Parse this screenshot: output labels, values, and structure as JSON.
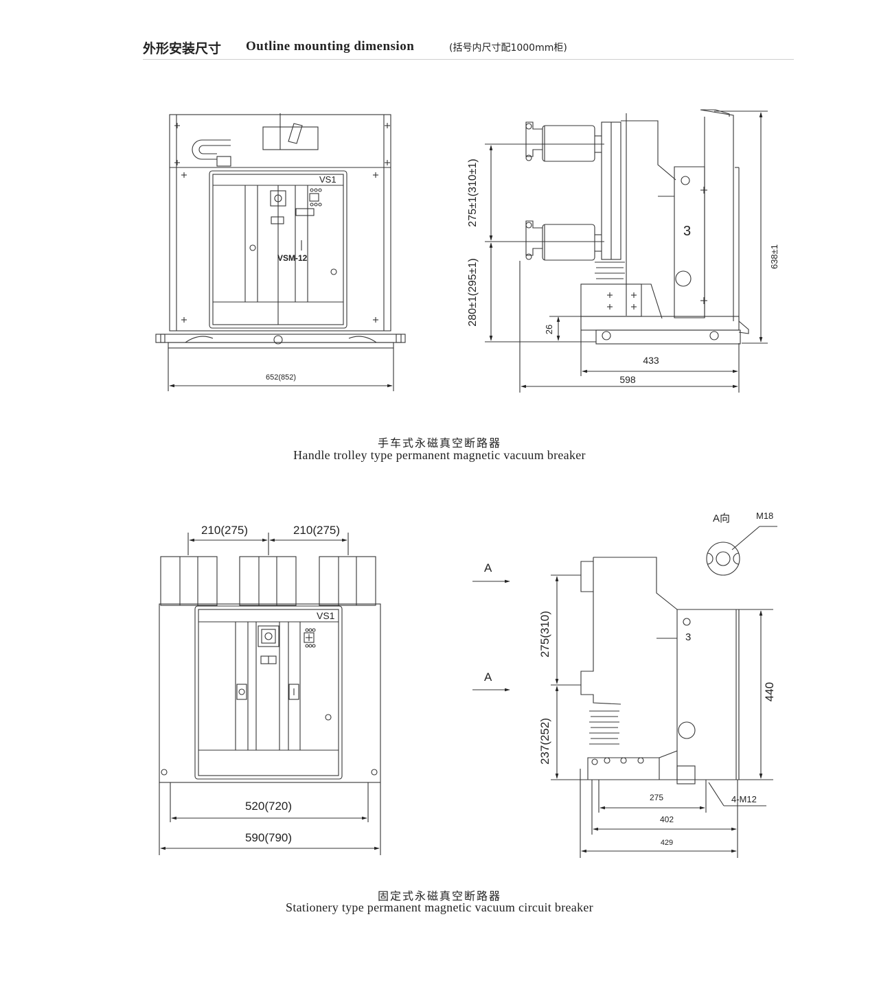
{
  "header": {
    "title_cn": "外形安装尺寸",
    "title_en": "Outline mounting dimension",
    "note": "(括号内尺寸配1000mm柜)"
  },
  "trolley": {
    "panel_label": "VS1",
    "model_label": "VSM-12",
    "dim_width": "652(852)",
    "dim_upper": "275±1(310±1)",
    "dim_lower": "280±1(295±1)",
    "dim_height": "638±1",
    "dim_26": "26",
    "dim_433": "433",
    "dim_598": "598",
    "part_no": "3",
    "caption_cn": "手车式永磁真空断路器",
    "caption_en": "Handle trolley type permanent magnetic vacuum breaker"
  },
  "stationary": {
    "panel_label": "VS1",
    "dim_pitch_left": "210(275)",
    "dim_pitch_right": "210(275)",
    "dim_inner_width": "520(720)",
    "dim_outer_width": "590(790)",
    "view_label": "A向",
    "thread_label": "M18",
    "arrow_a_upper": "A",
    "arrow_a_lower": "A",
    "dim_upper": "275(310)",
    "dim_lower": "237(252)",
    "dim_height": "440",
    "part_no": "3",
    "dim_275": "275",
    "dim_402": "402",
    "dim_429": "429",
    "bolt_label": "4-M12",
    "caption_cn": "固定式永磁真空断路器",
    "caption_en": "Stationery type permanent magnetic vacuum circuit breaker"
  }
}
